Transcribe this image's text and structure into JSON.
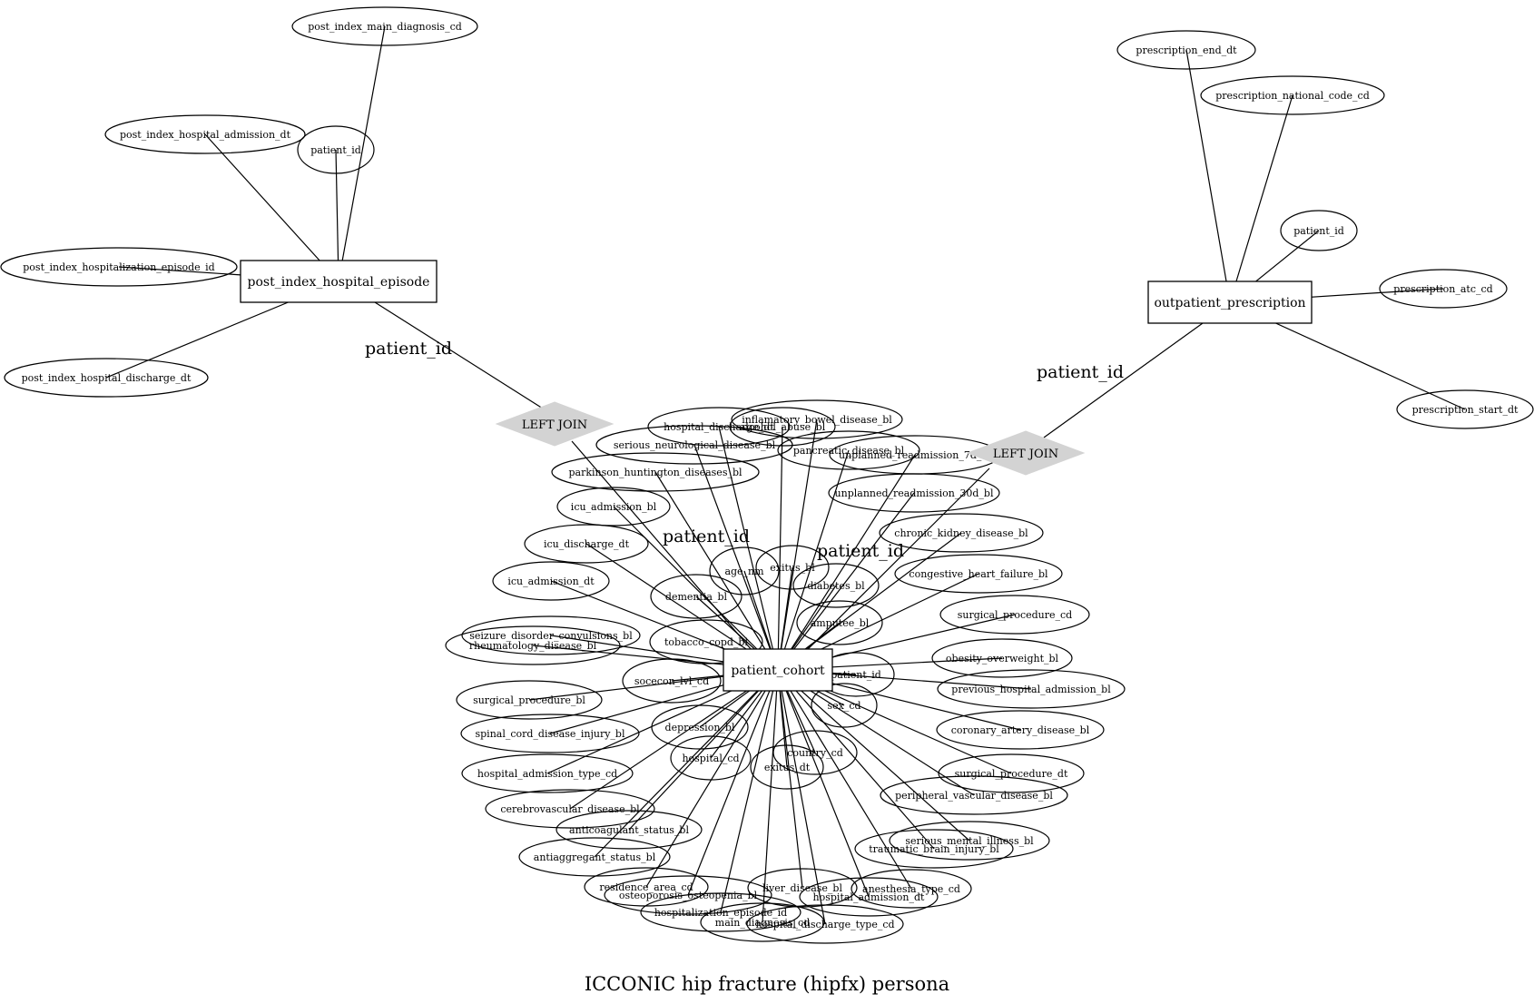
{
  "title": "ICCONIC hip fracture (hipfx) persona",
  "entities": {
    "post_index_hospital_episode": "post_index_hospital_episode",
    "outpatient_prescription": "outpatient_prescription",
    "patient_cohort": "patient_cohort"
  },
  "joins": {
    "left": "LEFT JOIN",
    "right": "LEFT JOIN"
  },
  "edge_labels": {
    "post_to_join": "patient_id",
    "join_left_to_cohort": "patient_id",
    "outpatient_to_join": "patient_id",
    "join_right_to_cohort": "patient_id"
  },
  "attributes": {
    "post_index_main_diagnosis_cd": "post_index_main_diagnosis_cd",
    "post_index_hospital_admission_dt": "post_index_hospital_admission_dt",
    "post_patient_id": "patient_id",
    "post_index_hospitalization_episode_id": "post_index_hospitalization_episode_id",
    "post_index_hospital_discharge_dt": "post_index_hospital_discharge_dt",
    "prescription_end_dt": "prescription_end_dt",
    "prescription_national_code_cd": "prescription_national_code_cd",
    "presc_patient_id": "patient_id",
    "prescription_atc_cd": "prescription_atc_cd",
    "prescription_start_dt": "prescription_start_dt",
    "inflamatory_bowel_disease_bl": "inflamatory_bowel_disease_bl",
    "hospital_discharge_dt": "hospital_discharge_dt",
    "alcohol_abuse_bl": "alcohol_abuse_bl",
    "serious_neurological_disease_bl": "serious_neurological_disease_bl",
    "pancreatic_disease_bl": "pancreatic_disease_bl",
    "unplanned_readmission_7d_bl": "unplanned_readmission_7d_bl",
    "parkinson_huntington_diseases_bl": "parkinson_huntington_diseases_bl",
    "unplanned_readmission_30d_bl": "unplanned_readmission_30d_bl",
    "icu_admission_bl": "icu_admission_bl",
    "chronic_kidney_disease_bl": "chronic_kidney_disease_bl",
    "icu_discharge_dt": "icu_discharge_dt",
    "age_nm": "age_nm",
    "exitus_bl": "exitus_bl",
    "congestive_heart_failure_bl": "congestive_heart_failure_bl",
    "icu_admission_dt": "icu_admission_dt",
    "diabetes_bl": "diabetes_bl",
    "dementia_bl": "dementia_bl",
    "surgical_procedure_cd": "surgical_procedure_cd",
    "amputee_bl": "amputee_bl",
    "seizure_disorder_convulsions_bl": "seizure_disorder_convulsions_bl",
    "rheumatology_disease_bl": "rheumatology_disease_bl",
    "tobacco_copd_bl": "tobacco_copd_bl",
    "obesity_overweight_bl": "obesity_overweight_bl",
    "cohort_patient_id": "patient_id",
    "socecon_lvl_cd": "socecon_lvl_cd",
    "previous_hospital_admission_bl": "previous_hospital_admission_bl",
    "surgical_procedure_bl": "surgical_procedure_bl",
    "sex_cd": "sex_cd",
    "coronary_artery_disease_bl": "coronary_artery_disease_bl",
    "spinal_cord_disease_injury_bl": "spinal_cord_disease_injury_bl",
    "depression_bl": "depression_bl",
    "country_cd": "country_cd",
    "hospital_cd": "hospital_cd",
    "exitus_dt": "exitus_dt",
    "hospital_admission_type_cd": "hospital_admission_type_cd",
    "surgical_procedure_dt": "surgical_procedure_dt",
    "peripheral_vascular_disease_bl": "peripheral_vascular_disease_bl",
    "cerebrovascular_disease_bl": "cerebrovascular_disease_bl",
    "anticoagulant_status_bl": "anticoagulant_status_bl",
    "serious_mental_illness_bl": "serious_mental_illness_bl",
    "traumatic_brain_injury_bl": "traumatic_brain_injury_bl",
    "antiaggregant_status_bl": "antiaggregant_status_bl",
    "residence_area_cd": "residence_area_cd",
    "liver_disease_bl": "liver_disease_bl",
    "anesthesia_type_cd": "anesthesia_type_cd",
    "osteoporosis_osteopenia_bl": "osteoporosis_osteopenia_bl",
    "hospital_admission_dt": "hospital_admission_dt",
    "hospitalization_episode_id": "hospitalization_episode_id",
    "main_diagnosis_cd": "main_diagnosis_cd",
    "hospital_discharge_type_cd": "hospital_discharge_type_cd"
  }
}
